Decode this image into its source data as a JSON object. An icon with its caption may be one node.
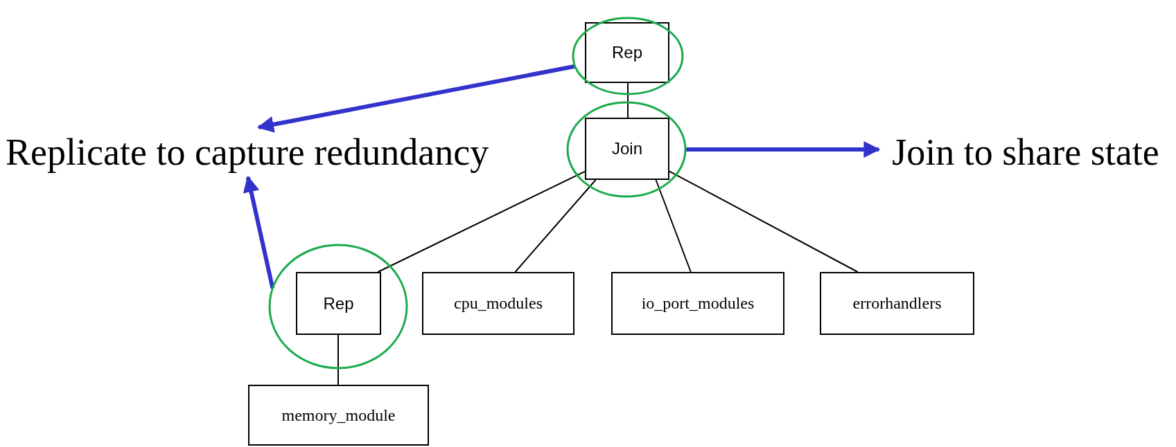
{
  "diagram": {
    "nodes": [
      {
        "text": [],
        "shape": "circle"
      },
      {
        "text": [
          "Rep"
        ],
        "in": 0
      },
      {
        "text": [
          "Replicate to capture redundancy"
        ]
      },
      {
        "text": [],
        "shape": "circle"
      },
      {
        "text": [
          "Join"
        ],
        "in": 3
      },
      {
        "text": [
          "Join to share state"
        ]
      },
      {
        "text": [],
        "shape": "circle"
      },
      {
        "text": [
          "Rep"
        ],
        "in": 6
      },
      {
        "text": [
          "cpu_modules"
        ]
      },
      {
        "text": [
          "io_port_modules"
        ]
      },
      {
        "text": [
          "errorhandlers"
        ]
      },
      {
        "text": [
          "memory_module"
        ]
      }
    ],
    "edges": [
      {
        "from": 1,
        "to": 4,
        "arrow": "none"
      },
      {
        "from": 4,
        "to": 7,
        "arrow": "none"
      },
      {
        "from": 4,
        "to": 8,
        "arrow": "none"
      },
      {
        "from": 4,
        "to": 9,
        "arrow": "none"
      },
      {
        "from": 4,
        "to": 10,
        "arrow": "none"
      },
      {
        "from": 7,
        "to": 11,
        "arrow": "none"
      },
      {
        "from": 0,
        "to": 2,
        "arrow": "to",
        "style": "thick",
        "color": "#3333cc"
      },
      {
        "from": 3,
        "to": 5,
        "arrow": "to",
        "style": "thick",
        "color": "#3333cc"
      },
      {
        "from": 6,
        "to": 2,
        "arrow": "to",
        "style": "thick",
        "color": "#3333cc"
      }
    ]
  }
}
